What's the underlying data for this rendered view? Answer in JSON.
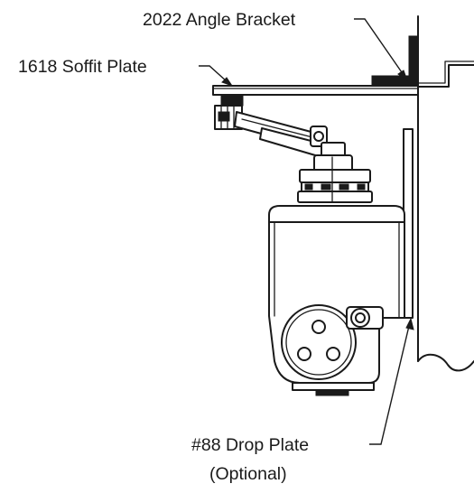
{
  "labels": {
    "angle_bracket": "2022 Angle Bracket",
    "soffit_plate": "1618 Soffit Plate",
    "drop_plate": "#88 Drop Plate",
    "drop_plate_note": "(Optional)"
  },
  "colors": {
    "line": "#1a1a1a",
    "background": "#ffffff"
  }
}
